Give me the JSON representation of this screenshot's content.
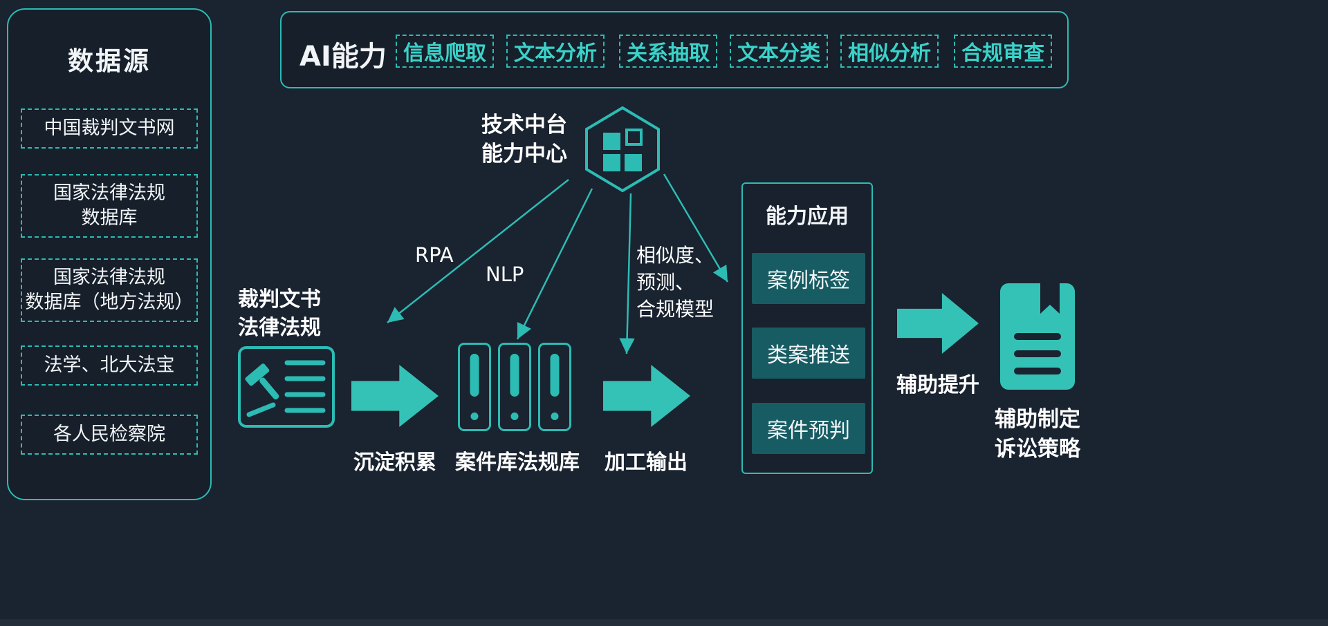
{
  "colors": {
    "background": "#1a2330",
    "teal": "#2cbcb4",
    "arrow_fill": "#35c2b6",
    "app_item_fill": "#175c63"
  },
  "data_sources": {
    "title": "数据源",
    "items": [
      "中国裁判文书网",
      "国家法律法规\n数据库",
      "国家法律法规\n数据库（地方法规）",
      "法学、北大法宝",
      "各人民检察院"
    ]
  },
  "ai_capabilities": {
    "title": "AI能力",
    "items": [
      "信息爬取",
      "文本分析",
      "关系抽取",
      "文本分类",
      "相似分析",
      "合规审查"
    ]
  },
  "platform": {
    "label": "技术中台\n能力中心"
  },
  "connectors": {
    "rpa": "RPA",
    "nlp": "NLP",
    "model": "相似度、\n预测、\n合规模型"
  },
  "flow": {
    "source_label": "裁判文书\n法律法规",
    "caption_accumulate": "沉淀积累",
    "caption_library": "案件库法规库",
    "caption_output": "加工输出",
    "caption_assist": "辅助提升",
    "result_label": "辅助制定\n诉讼策略"
  },
  "applications": {
    "title": "能力应用",
    "items": [
      "案例标签",
      "类案推送",
      "案件预判"
    ]
  }
}
